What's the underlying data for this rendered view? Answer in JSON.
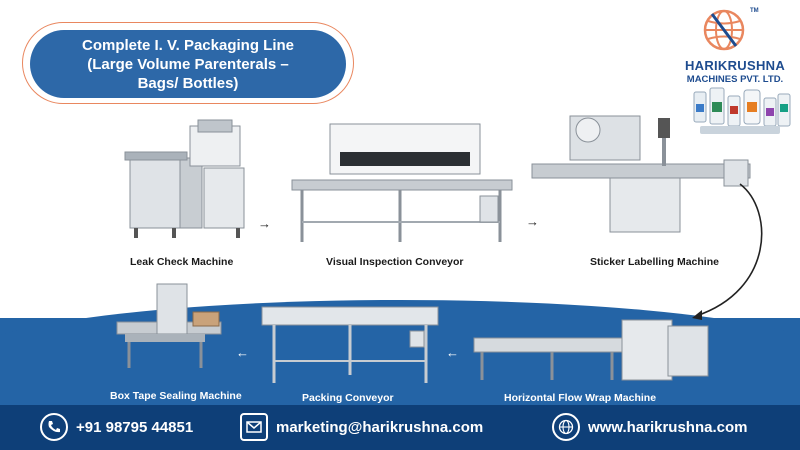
{
  "title": {
    "line1": "Complete I. V. Packaging Line",
    "line2": "(Large Volume Parenterals –",
    "line3": "Bags/ Bottles)"
  },
  "brand": {
    "name": "HARIKRUSHNA",
    "subtitle": "MACHINES PVT. LTD.",
    "trademark": "TM"
  },
  "machines": {
    "leak_check": "Leak Check Machine",
    "visual_inspection": "Visual Inspection Conveyor",
    "sticker_labelling": "Sticker Labelling  Machine",
    "flow_wrap": "Horizontal Flow Wrap Machine",
    "packing_conveyor": "Packing  Conveyor",
    "box_tape": "Box Tape Sealing Machine"
  },
  "contact": {
    "phone": "+91 98795 44851",
    "email": "marketing@harikrushna.com",
    "website": "www.harikrushna.com"
  },
  "colors": {
    "primary_blue": "#2464a6",
    "dark_blue": "#0e3f78",
    "accent_orange": "#e9875f",
    "logo_blue": "#1e4c8f"
  },
  "icons": {
    "phone": "phone-icon",
    "email": "envelope-icon",
    "web": "globe-icon"
  }
}
